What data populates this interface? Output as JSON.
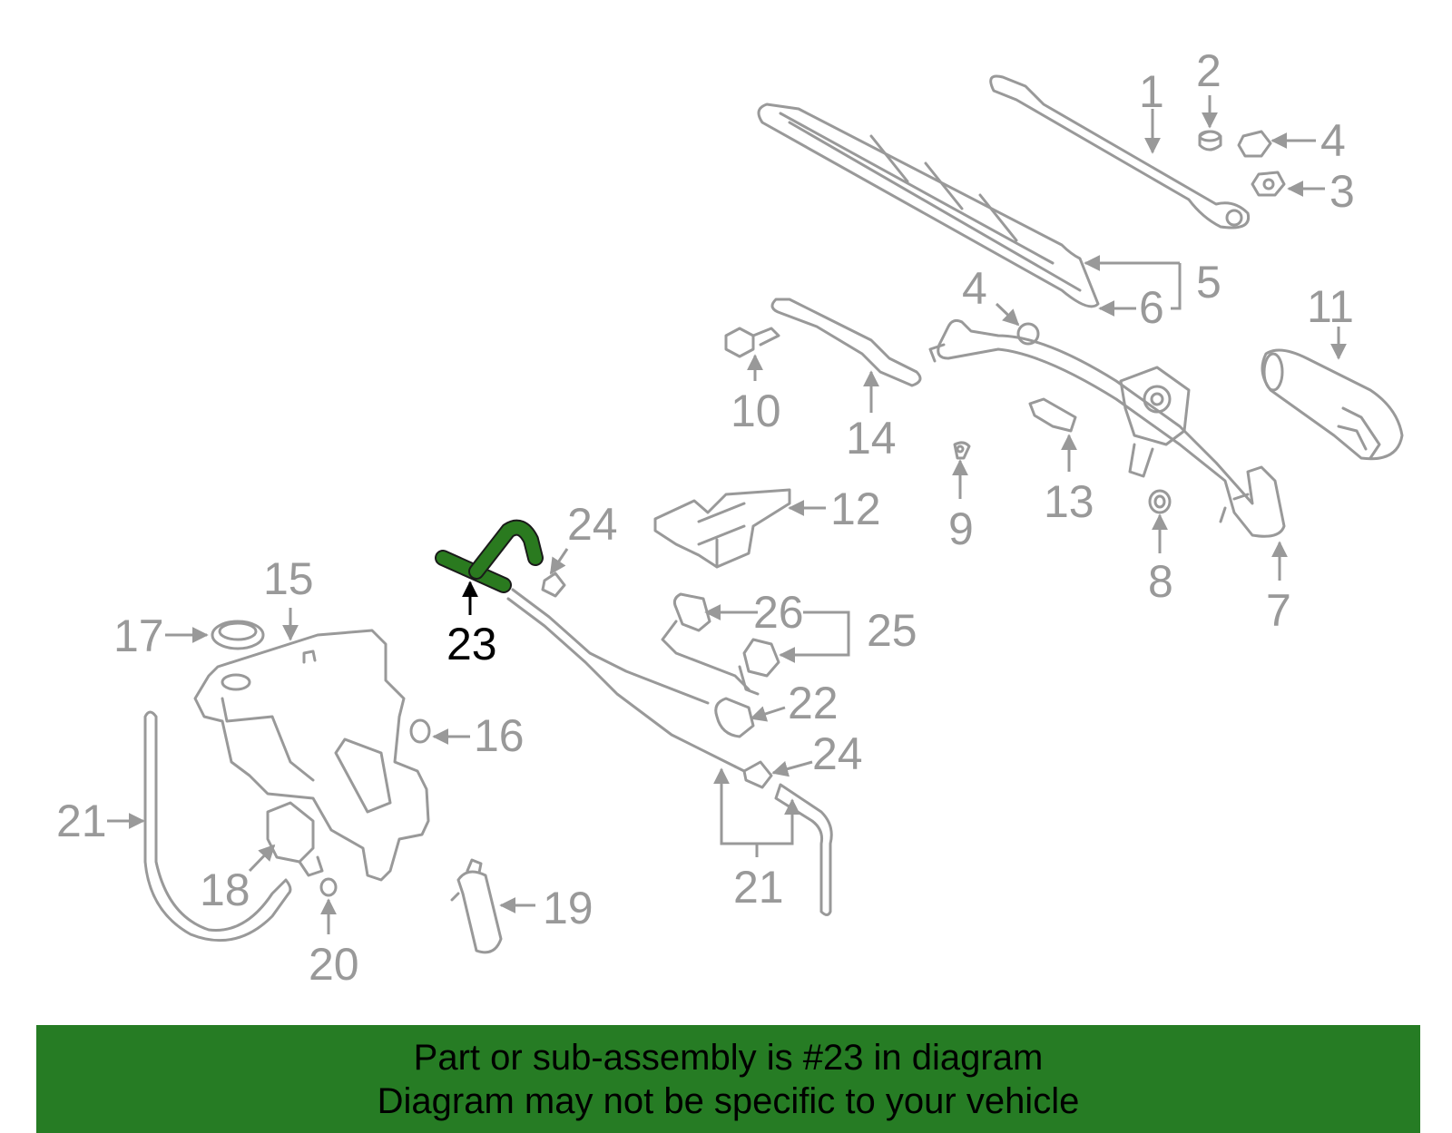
{
  "colors": {
    "part_stroke": "#999999",
    "label": "#999999",
    "highlight_part": "#2a7a1f",
    "highlight_label": "#000000",
    "banner_bg": "#267c24",
    "banner_text": "#000000"
  },
  "labels": {
    "p1": "1",
    "p2": "2",
    "p3": "3",
    "p4a": "4",
    "p4b": "4",
    "p5": "5",
    "p6": "6",
    "p7": "7",
    "p8": "8",
    "p9": "9",
    "p10": "10",
    "p11": "11",
    "p12": "12",
    "p13": "13",
    "p14": "14",
    "p15": "15",
    "p16": "16",
    "p17": "17",
    "p18": "18",
    "p19": "19",
    "p20": "20",
    "p21a": "21",
    "p21b": "21",
    "p22": "22",
    "p23": "23",
    "p24a": "24",
    "p24b": "24",
    "p25": "25",
    "p26": "26"
  },
  "banner": {
    "line1": "Part or sub-assembly is #23 in diagram",
    "line2": "Diagram may not be specific to your vehicle"
  }
}
